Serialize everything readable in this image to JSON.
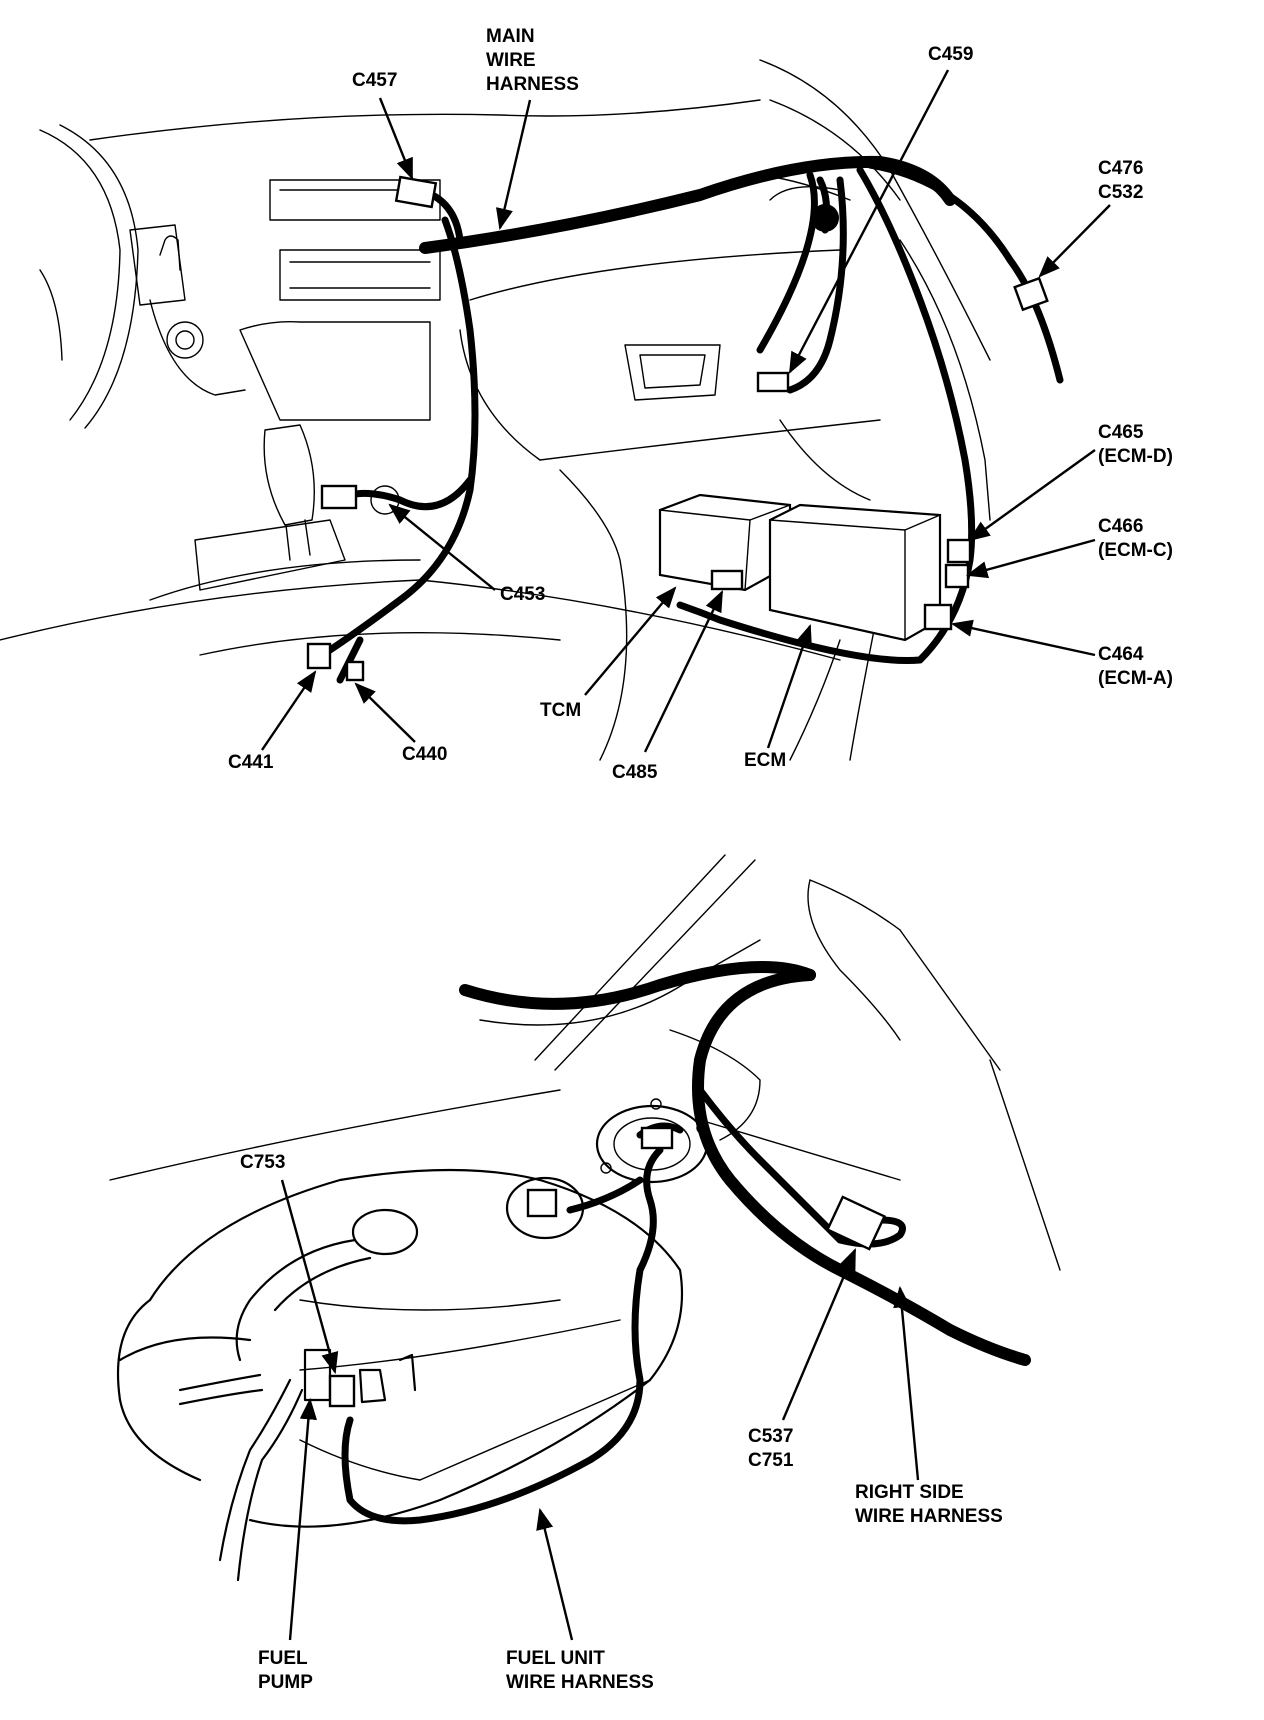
{
  "top_labels": {
    "main_wire_harness": [
      "MAIN",
      "WIRE",
      "HARNESS"
    ],
    "c457": "C457",
    "c459": "C459",
    "c476_c532": [
      "C476",
      "C532"
    ],
    "c465": [
      "C465",
      "(ECM-D)"
    ],
    "c466": [
      "C466",
      "(ECM-C)"
    ],
    "c464": [
      "C464",
      "(ECM-A)"
    ],
    "c453": "C453",
    "c441": "C441",
    "c440": "C440",
    "tcm": "TCM",
    "c485": "C485",
    "ecm": "ECM"
  },
  "bottom_labels": {
    "c753": "C753",
    "c537_c751": [
      "C537",
      "C751"
    ],
    "right_side_wire_harness": [
      "RIGHT SIDE",
      "WIRE HARNESS"
    ],
    "fuel_pump": [
      "FUEL",
      "PUMP"
    ],
    "fuel_unit_wire_harness": [
      "FUEL UNIT",
      "WIRE HARNESS"
    ]
  }
}
